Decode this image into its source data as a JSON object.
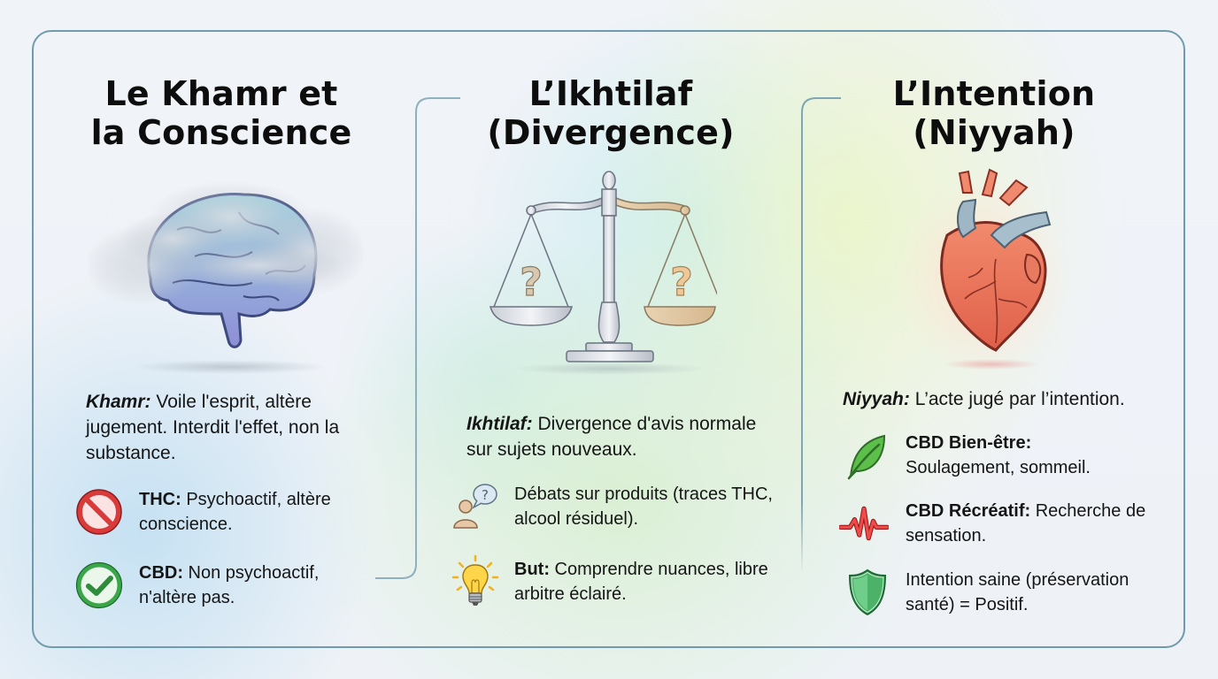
{
  "columns": [
    {
      "title_line1": "Le Khamr et",
      "title_line2": "la Conscience",
      "illustration": "brain-in-cloud-icon",
      "intro_term": "Khamr:",
      "intro_text": " Voile l'esprit, altère jugement. Interdit l'effet, non la substance.",
      "items": [
        {
          "icon": "prohibited-icon",
          "label": "THC:",
          "text": " Psychoactif, altère conscience.",
          "color": "#d93a3a"
        },
        {
          "icon": "checkmark-circle-icon",
          "label": "CBD:",
          "text": " Non psychoactif, n'altère pas.",
          "color": "#3aa64a"
        }
      ]
    },
    {
      "title_line1": "L’Ikhtilaf",
      "title_line2": "(Divergence)",
      "illustration": "balance-scale-icon",
      "intro_term": "Ikhtilaf:",
      "intro_text": " Divergence d'avis normale sur sujets nouveaux.",
      "items": [
        {
          "icon": "person-question-bubble-icon",
          "label": "",
          "text": "Débats sur produits (traces THC, alcool résiduel).",
          "color": "#c9a07a"
        },
        {
          "icon": "lightbulb-icon",
          "label": "But:",
          "text": " Comprendre nuances, libre arbitre éclairé.",
          "color": "#f2c12e"
        }
      ]
    },
    {
      "title_line1": "L’Intention",
      "title_line2": "(Niyyah)",
      "illustration": "anatomical-heart-icon",
      "intro_term": "Niyyah:",
      "intro_text": " L’acte jugé par l’intention.",
      "items": [
        {
          "icon": "leaf-icon",
          "label": "CBD Bien-être:",
          "text": " Soulagement, sommeil.",
          "color": "#4caf50"
        },
        {
          "icon": "heartbeat-pulse-icon",
          "label": "CBD Récréatif:",
          "text": " Recherche de sensation.",
          "color": "#e53935"
        },
        {
          "icon": "shield-icon",
          "label": "",
          "text": "Intention saine (préservation santé) = Positif.",
          "color": "#3ea65a"
        }
      ]
    }
  ],
  "colors": {
    "frame_border": "#6f9bac",
    "divider": "#8fb0bd",
    "text": "#111111"
  }
}
